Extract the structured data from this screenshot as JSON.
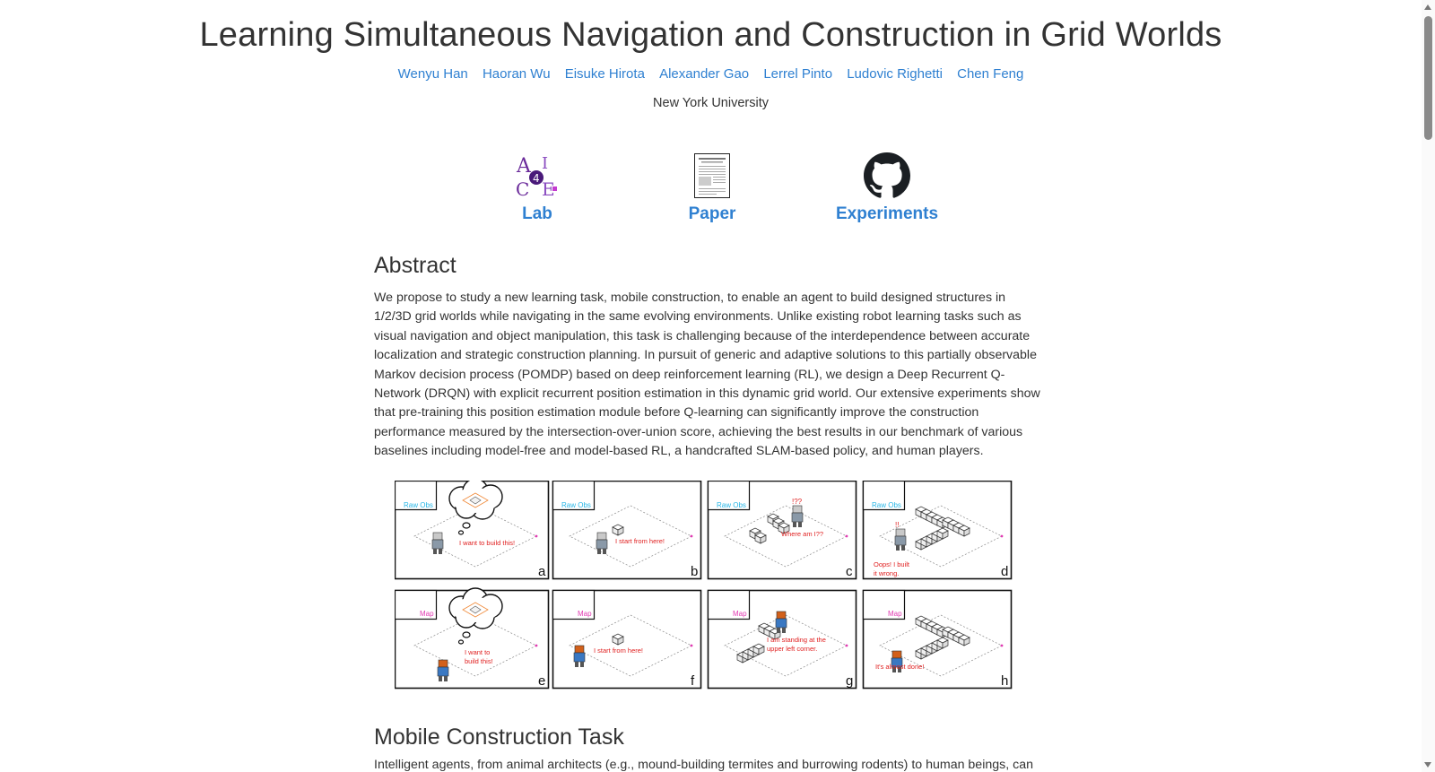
{
  "title": "Learning Simultaneous Navigation and Construction in Grid Worlds",
  "authors": [
    "Wenyu Han",
    "Haoran Wu",
    "Eisuke Hirota",
    "Alexander Gao",
    "Lerrel Pinto",
    "Ludovic Righetti",
    "Chen Feng"
  ],
  "affiliation": "New York University",
  "links": [
    {
      "label": "Lab",
      "icon": "lab-logo-icon"
    },
    {
      "label": "Paper",
      "icon": "paper-thumbnail-icon"
    },
    {
      "label": "Experiments",
      "icon": "github-icon"
    }
  ],
  "abstract": {
    "heading": "Abstract",
    "text": "We propose to study a new learning task, mobile construction, to enable an agent to build designed structures in 1/2/3D grid worlds while navigating in the same evolving environments. Unlike existing robot learning tasks such as visual navigation and object manipulation, this task is challenging because of the interdependence between accurate localization and strategic construction planning. In pursuit of generic and adaptive solutions to this partially observable Markov decision process (POMDP) based on deep reinforcement learning (RL), we design a Deep Recurrent Q-Network (DRQN) with explicit recurrent position estimation in this dynamic grid world. Our extensive experiments show that pre-training this position estimation module before Q-learning can significantly improve the construction performance measured by the intersection-over-union score, achieving the best results in our benchmark of various baselines including model-free and model-based RL, a handcrafted SLAM-based policy, and human players."
  },
  "lab_logo_letters": [
    "A",
    "I",
    "4",
    "C",
    "E"
  ],
  "teaser": {
    "panels": [
      {
        "letter": "a",
        "tag": "Raw Obs",
        "caption": [
          "I want to build this!"
        ]
      },
      {
        "letter": "b",
        "tag": "Raw Obs",
        "caption": [
          "I start from here!"
        ]
      },
      {
        "letter": "c",
        "tag": "Raw Obs",
        "caption": [
          "Where am I??"
        ]
      },
      {
        "letter": "d",
        "tag": "Raw Obs",
        "caption": [
          "Oops! I built",
          "it wrong."
        ]
      },
      {
        "letter": "e",
        "tag": "Map",
        "caption": [
          "I want to",
          "build this!"
        ]
      },
      {
        "letter": "f",
        "tag": "Map",
        "caption": [
          "I start from here!"
        ]
      },
      {
        "letter": "g",
        "tag": "Map",
        "caption": [
          "I am standing at the",
          "upper left corner."
        ]
      },
      {
        "letter": "h",
        "tag": "Map",
        "caption": [
          "It's almost done!"
        ]
      }
    ],
    "thought_marks": [
      "!??",
      "!!"
    ],
    "colors": {
      "raw_obs": "#27b6e6",
      "map": "#e23ab3",
      "caption": "#e02020",
      "target": "#f08a3a"
    }
  },
  "section2": {
    "heading": "Mobile Construction Task",
    "text": "Intelligent agents, from animal architects (e.g., mound-building termites and burrowing rodents) to human beings, can"
  },
  "colors": {
    "link": "#2f80d1",
    "text": "#333333",
    "lab_purple": "#6a2a9a"
  }
}
